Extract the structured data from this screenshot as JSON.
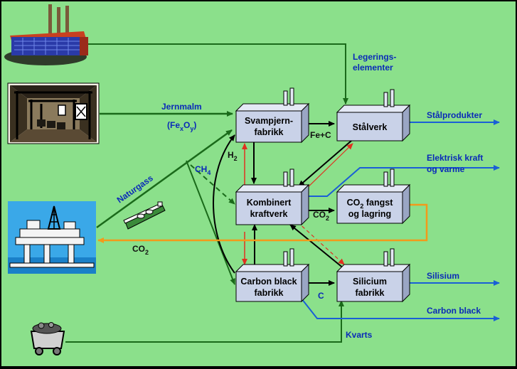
{
  "colors": {
    "background": "#8be08b",
    "box_front": "#c9d2e8",
    "box_top": "#e4e9f5",
    "box_side": "#9aa6c4",
    "arrow_green": "#1a6a1a",
    "arrow_blue": "#1a5fd6",
    "arrow_black": "#000000",
    "arrow_red": "#e03020",
    "arrow_orange": "#f29a1a",
    "label_blue": "#0a2ab8"
  },
  "boxes": {
    "svampjern": {
      "line1": "Svampjern-",
      "line2": "fabrikk"
    },
    "stalverk": {
      "line1": "Stålverk"
    },
    "kombinert": {
      "line1": "Kombinert",
      "line2": "kraftverk"
    },
    "co2_fangst": {
      "line1_main": "CO",
      "line1_sub": "2",
      "line1_rest": " fangst",
      "line2": "og lagring"
    },
    "carbon_black": {
      "line1": "Carbon black",
      "line2": "fabrikk"
    },
    "silicium": {
      "line1": "Silicium",
      "line2": "fabrikk"
    }
  },
  "labels": {
    "legerings_1": "Legerings-",
    "legerings_2": "elementer",
    "jernmalm": "Jernmalm",
    "fexoy_open": "(Fe",
    "fexoy_x": "x",
    "fexoy_o": "O",
    "fexoy_y": "y",
    "fexoy_close": ")",
    "naturgass": "Naturgass",
    "ch4_main": "CH",
    "ch4_sub": "4",
    "h2_main": "H",
    "h2_sub": "2",
    "fe_c": "Fe+C",
    "co2_mid_main": "CO",
    "co2_mid_sub": "2",
    "co2_low_main": "CO",
    "co2_low_sub": "2",
    "c": "C",
    "kvarts": "Kvarts"
  },
  "outputs": {
    "stalprodukter": "Stålprodukter",
    "elektrisk_1": "Elektrisk kraft",
    "elektrisk_2": "og varme",
    "silisium": "Silisium",
    "carbon_black": "Carbon black"
  }
}
